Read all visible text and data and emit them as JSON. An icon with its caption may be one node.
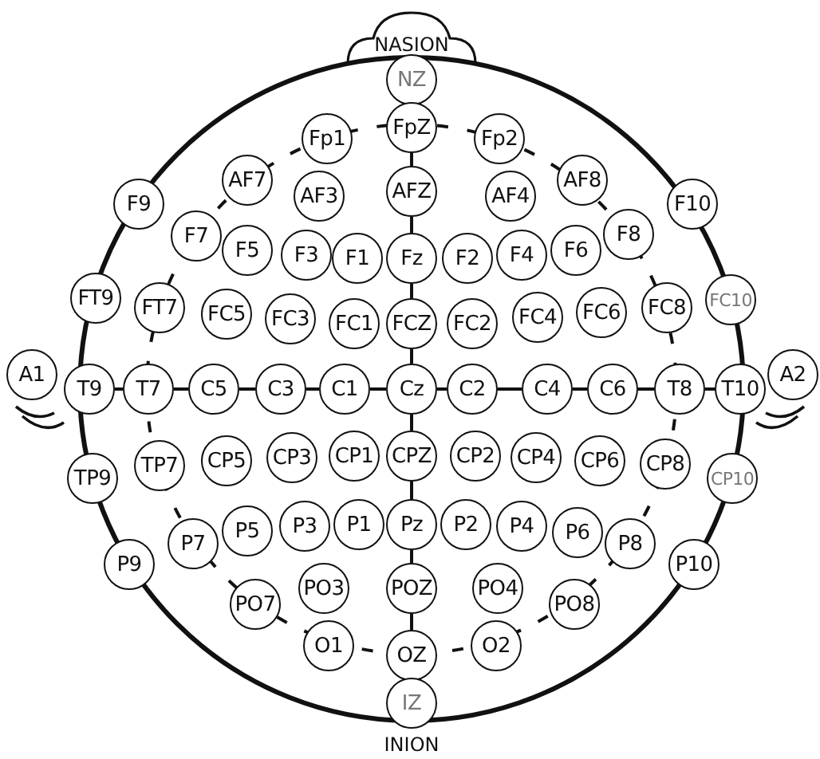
{
  "diagram": {
    "nodes": [
      {
        "text": [
          "NZ"
        ]
      },
      {
        "text": [
          "Fp1"
        ]
      },
      {
        "text": [
          "FpZ"
        ]
      },
      {
        "text": [
          "Fp2"
        ]
      },
      {
        "text": [
          "AF7"
        ]
      },
      {
        "text": [
          "AF3"
        ]
      },
      {
        "text": [
          "AFZ"
        ]
      },
      {
        "text": [
          "AF4"
        ]
      },
      {
        "text": [
          "AF8"
        ]
      },
      {
        "text": [
          "F9"
        ]
      },
      {
        "text": [
          "F10"
        ]
      },
      {
        "text": [
          "F7"
        ]
      },
      {
        "text": [
          "F5"
        ]
      },
      {
        "text": [
          "F3"
        ]
      },
      {
        "text": [
          "F1"
        ]
      },
      {
        "text": [
          "Fz"
        ]
      },
      {
        "text": [
          "F2"
        ]
      },
      {
        "text": [
          "F4"
        ]
      },
      {
        "text": [
          "F6"
        ]
      },
      {
        "text": [
          "F8"
        ]
      },
      {
        "text": [
          "FT9"
        ]
      },
      {
        "text": [
          "FT7"
        ]
      },
      {
        "text": [
          "FC5"
        ]
      },
      {
        "text": [
          "FC3"
        ]
      },
      {
        "text": [
          "FC1"
        ]
      },
      {
        "text": [
          "FCZ"
        ]
      },
      {
        "text": [
          "FC2"
        ]
      },
      {
        "text": [
          "FC4"
        ]
      },
      {
        "text": [
          "FC6"
        ]
      },
      {
        "text": [
          "FC8"
        ]
      },
      {
        "text": [
          "FC10"
        ]
      },
      {
        "text": [
          "A1"
        ]
      },
      {
        "text": [
          "T9"
        ]
      },
      {
        "text": [
          "T7"
        ]
      },
      {
        "text": [
          "C5"
        ]
      },
      {
        "text": [
          "C3"
        ]
      },
      {
        "text": [
          "C1"
        ]
      },
      {
        "text": [
          "Cz"
        ]
      },
      {
        "text": [
          "C2"
        ]
      },
      {
        "text": [
          "C4"
        ]
      },
      {
        "text": [
          "C6"
        ]
      },
      {
        "text": [
          "T8"
        ]
      },
      {
        "text": [
          "T10"
        ]
      },
      {
        "text": [
          "A2"
        ]
      },
      {
        "text": [
          "TP9"
        ]
      },
      {
        "text": [
          "TP7"
        ]
      },
      {
        "text": [
          "CP5"
        ]
      },
      {
        "text": [
          "CP3"
        ]
      },
      {
        "text": [
          "CP1"
        ]
      },
      {
        "text": [
          "CPZ"
        ]
      },
      {
        "text": [
          "CP2"
        ]
      },
      {
        "text": [
          "CP4"
        ]
      },
      {
        "text": [
          "CP6"
        ]
      },
      {
        "text": [
          "CP8"
        ]
      },
      {
        "text": [
          "CP10"
        ]
      },
      {
        "text": [
          "P9"
        ]
      },
      {
        "text": [
          "P7"
        ]
      },
      {
        "text": [
          "P5"
        ]
      },
      {
        "text": [
          "P3"
        ]
      },
      {
        "text": [
          "P1"
        ]
      },
      {
        "text": [
          "Pz"
        ]
      },
      {
        "text": [
          "P2"
        ]
      },
      {
        "text": [
          "P4"
        ]
      },
      {
        "text": [
          "P6"
        ]
      },
      {
        "text": [
          "P8"
        ]
      },
      {
        "text": [
          "P10"
        ]
      },
      {
        "text": [
          "PO7"
        ]
      },
      {
        "text": [
          "PO3"
        ]
      },
      {
        "text": [
          "POZ"
        ]
      },
      {
        "text": [
          "PO4"
        ]
      },
      {
        "text": [
          "PO8"
        ]
      },
      {
        "text": [
          "O1"
        ]
      },
      {
        "text": [
          "OZ"
        ]
      },
      {
        "text": [
          "O2"
        ]
      },
      {
        "text": [
          "IZ"
        ]
      }
    ],
    "edges": [
      {
        "from": 2,
        "to": 6,
        "arrow": "none"
      },
      {
        "from": 6,
        "to": 15,
        "arrow": "none"
      },
      {
        "from": 15,
        "to": 25,
        "arrow": "none"
      },
      {
        "from": 25,
        "to": 37,
        "arrow": "none"
      },
      {
        "from": 37,
        "to": 49,
        "arrow": "none"
      },
      {
        "from": 49,
        "to": 60,
        "arrow": "none"
      },
      {
        "from": 60,
        "to": 68,
        "arrow": "none"
      },
      {
        "from": 68,
        "to": 72,
        "arrow": "none"
      },
      {
        "from": 32,
        "to": 33,
        "arrow": "none"
      },
      {
        "from": 33,
        "to": 34,
        "arrow": "none"
      },
      {
        "from": 34,
        "to": 35,
        "arrow": "none"
      },
      {
        "from": 35,
        "to": 36,
        "arrow": "none"
      },
      {
        "from": 36,
        "to": 37,
        "arrow": "none"
      },
      {
        "from": 37,
        "to": 38,
        "arrow": "none"
      },
      {
        "from": 38,
        "to": 39,
        "arrow": "none"
      },
      {
        "from": 39,
        "to": 40,
        "arrow": "none"
      },
      {
        "from": 40,
        "to": 41,
        "arrow": "none"
      },
      {
        "from": 41,
        "to": 42,
        "arrow": "none"
      }
    ],
    "labels": [
      "NASION",
      "INION"
    ]
  }
}
